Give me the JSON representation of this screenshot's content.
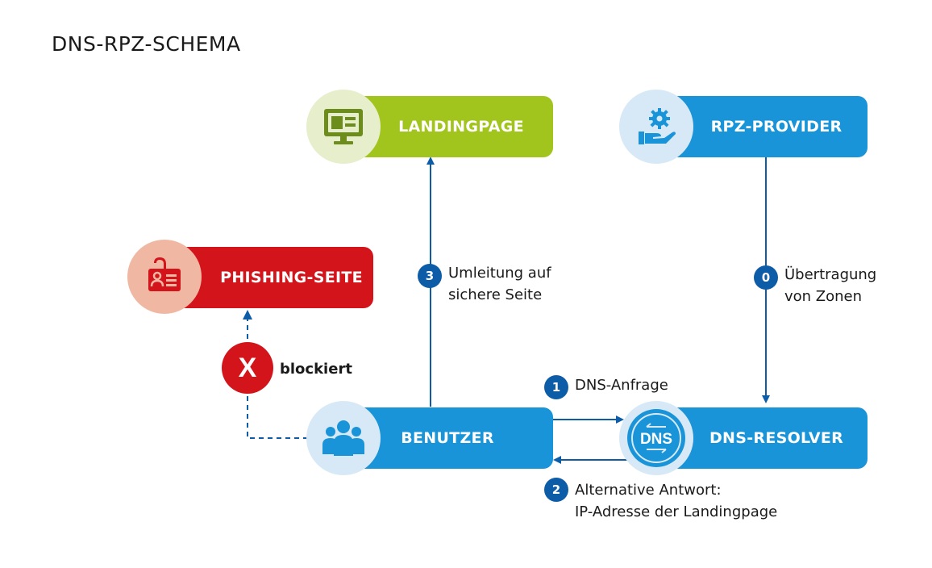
{
  "title": "DNS-RPZ-SCHEMA",
  "nodes": {
    "landingpage": "LANDINGPAGE",
    "rpz_provider": "RPZ-PROVIDER",
    "phishing": "PHISHING-SEITE",
    "benutzer": "BENUTZER",
    "dns_resolver": "DNS-RESOLVER"
  },
  "dns_icon_text": "DNS",
  "blocked_mark": "X",
  "blocked_label": "blockiert",
  "steps": [
    {
      "num": "0",
      "line1": "Übertragung",
      "line2": "von Zonen"
    },
    {
      "num": "1",
      "line1": "DNS-Anfrage",
      "line2": ""
    },
    {
      "num": "2",
      "line1": "Alternative Antwort:",
      "line2": "IP-Adresse der Landingpage"
    },
    {
      "num": "3",
      "line1": "Umleitung auf",
      "line2": "sichere Seite"
    }
  ],
  "colors": {
    "green": "#a2c51d",
    "blue": "#1a94d8",
    "red": "#d3141b",
    "dark_blue": "#0d5ca8"
  }
}
